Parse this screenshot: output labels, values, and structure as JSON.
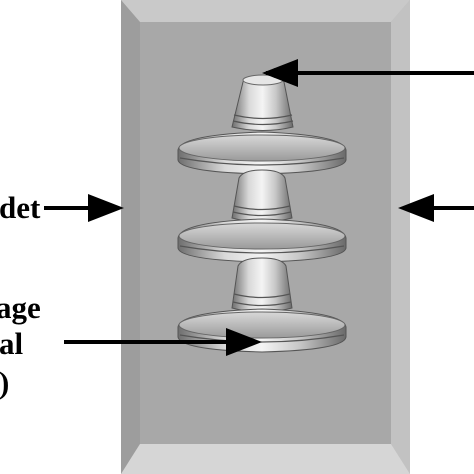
{
  "labels": {
    "inlet_fragment": "det",
    "voltage_fragment": "age",
    "terminal_fragment": "al",
    "paren_fragment": ")"
  },
  "colors": {
    "background": "#ffffff",
    "box_frame": "#b3b3b3",
    "box_interior": "#a6a6a6",
    "insulator_dark": "#7d7d7d",
    "insulator_light": "#f2f2f2",
    "arrow": "#000000"
  },
  "insulator_units": 3
}
